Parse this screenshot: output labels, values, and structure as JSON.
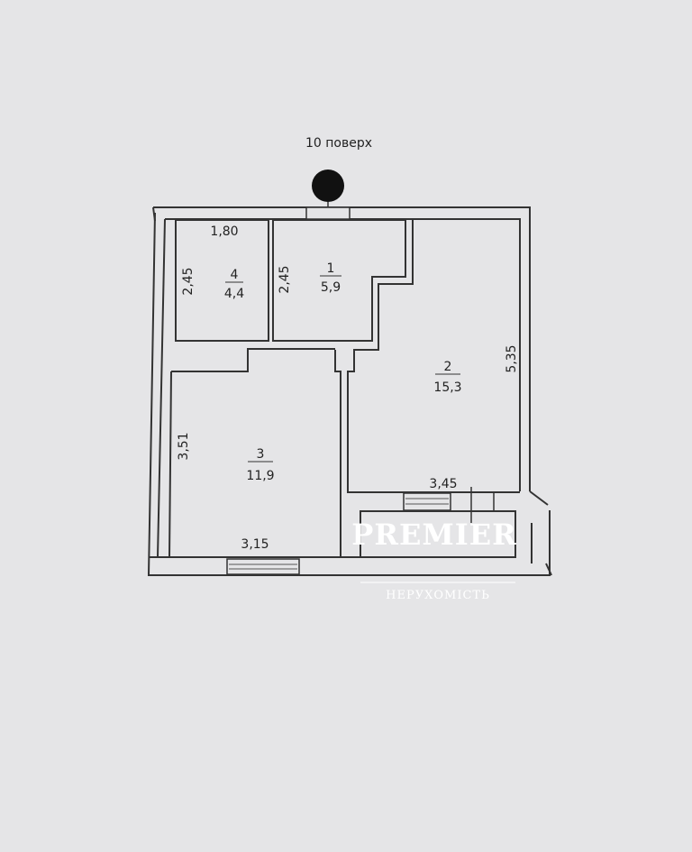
{
  "floor_label": "10 поверх",
  "rooms": [
    {
      "number": "1",
      "area": "5,9"
    },
    {
      "number": "2",
      "area": "15,3"
    },
    {
      "number": "3",
      "area": "11,9"
    },
    {
      "number": "4",
      "area": "4,4"
    }
  ],
  "dimensions": {
    "room4_width": "1,80",
    "room4_height": "2,45",
    "room1_height": "2,45",
    "room2_height": "5,35",
    "room2_width": "3,45",
    "room3_height": "3,51",
    "room3_width": "3,15"
  },
  "watermark": {
    "brand": "PREMIER",
    "tagline": "НЕРУХОМІСТЬ"
  },
  "colors": {
    "background": "#e5e5e7",
    "lines": "#333333",
    "entrance_marker": "#111111"
  }
}
